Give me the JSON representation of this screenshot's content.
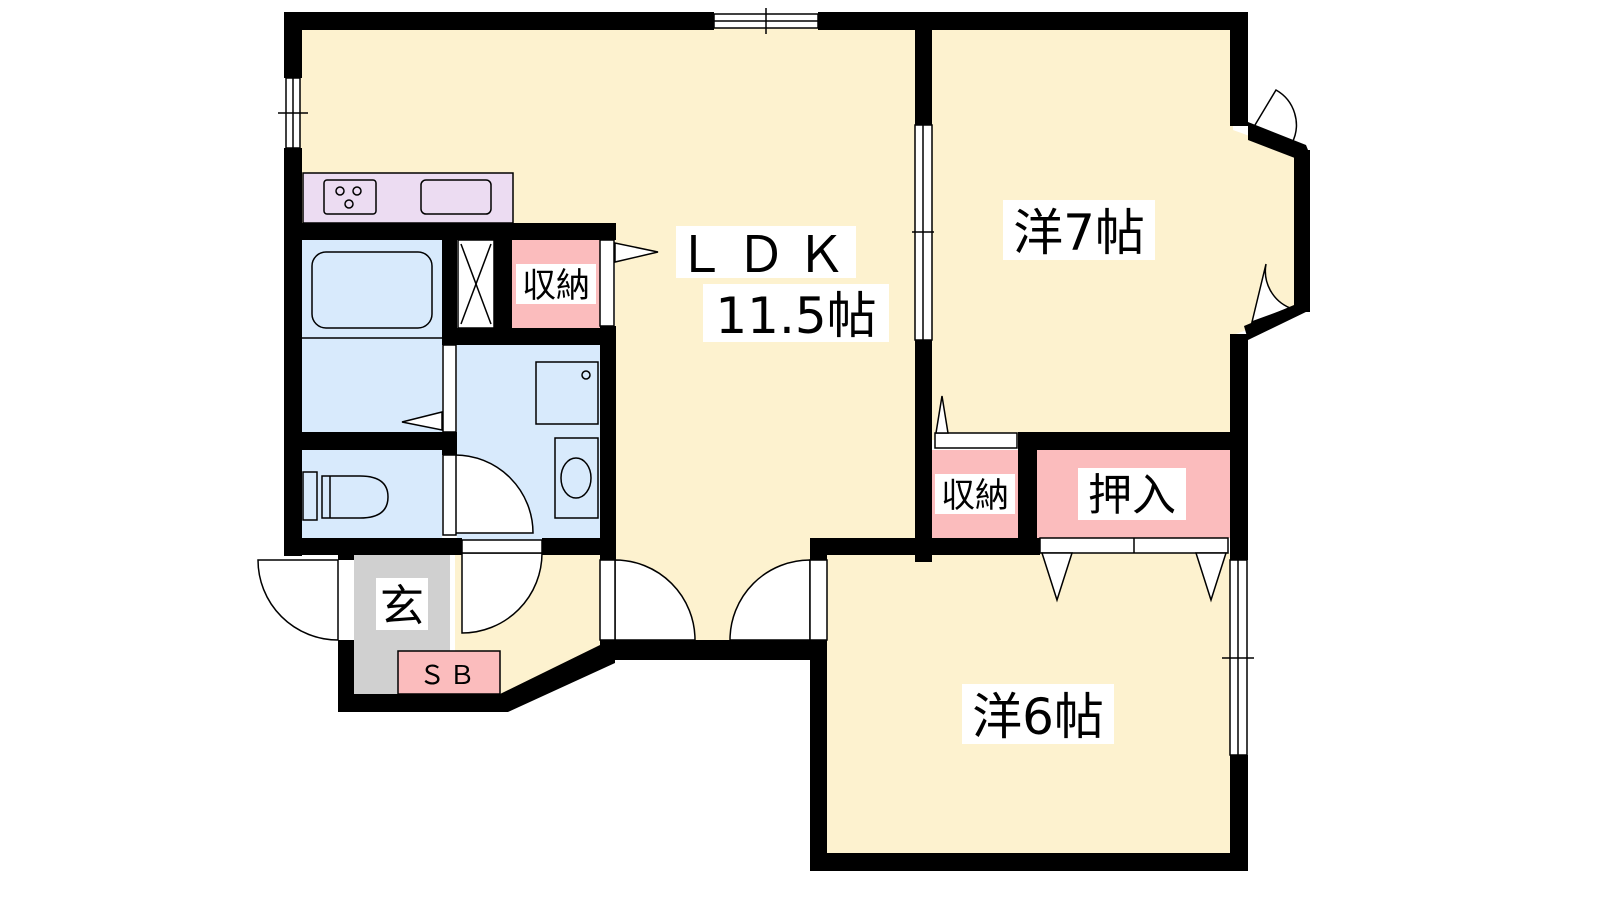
{
  "floorplan": {
    "rooms": {
      "ldk": {
        "name": "ＬＤＫ",
        "size": "11.5帖"
      },
      "western7": {
        "name": "洋7帖"
      },
      "western6": {
        "name": "洋6帖"
      },
      "storage_ldk": {
        "name": "収納"
      },
      "storage_west": {
        "name": "収納"
      },
      "oshiire": {
        "name": "押入"
      },
      "genkan": {
        "name": "玄"
      },
      "shoebox": {
        "name": "ＳＢ"
      }
    },
    "colors": {
      "wall": "#000000",
      "living": "#fdf2cf",
      "wet_area": "#d8eafc",
      "kitchen_counter": "#ecdcf2",
      "storage": "#fbbcbd",
      "entrance": "#d0d0d0",
      "background": "#ffffff"
    }
  }
}
